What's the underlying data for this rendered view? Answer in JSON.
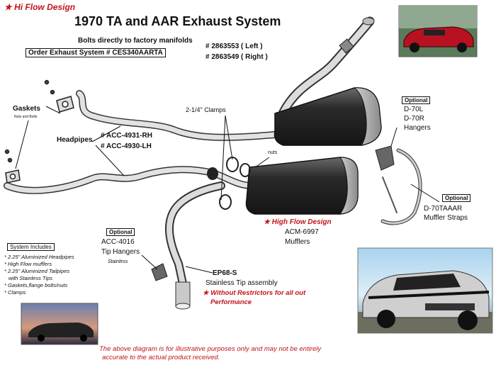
{
  "header": {
    "badge": "Hi Flow Design",
    "title": "1970 TA and AAR Exhaust System",
    "subtitle": "Bolts directly to factory manifolds",
    "order_label": "Order Exhaust System # CES340AARTA"
  },
  "manifold_parts": {
    "left": "# 2863553 ( Left )",
    "right": "# 2863549 ( Right )"
  },
  "gaskets": {
    "label": "Gaskets",
    "sub": "Nuts and Bolts"
  },
  "headpipes": {
    "label": "Headpipes",
    "rh": "# ACC-4931-RH",
    "lh": "# ACC-4930-LH"
  },
  "clamps_label": "2-1/4\" Clamps",
  "nuts_label": "nuts",
  "hangers": {
    "tag": "Optional",
    "line1": "D-70L",
    "line2": "D-70R",
    "line3": "Hangers"
  },
  "straps": {
    "tag": "Optional",
    "line1": "D-70TAAAR",
    "line2": "Muffler Straps"
  },
  "mufflers": {
    "badge": "High Flow Design",
    "part": "ACM-6997",
    "label": "Mufflers"
  },
  "tip_hangers": {
    "tag": "Optional",
    "part": "ACC-4016",
    "label": "Tip Hangers",
    "sub": "Stainless"
  },
  "tips": {
    "part": "EP68-S",
    "label": "Stainless Tip assembly",
    "note1": "Without Restrictors for all out",
    "note2": "Performance"
  },
  "system_includes": {
    "title": "System Includes",
    "items": [
      "2.25\" Aluminized Headpipes",
      "High Flow mufflers",
      "2.25\" Aluminized Tailpipes",
      "with Stainless Tips",
      "Gaskets,flange bolts/nuts",
      "Clamps"
    ]
  },
  "disclaimer": {
    "line1": "The above diagram is for illustrative purposes only and may not be entirely",
    "line2": "accurate to the actual product received."
  },
  "colors": {
    "accent_red": "#c0141a",
    "pipe_light": "#d8d8d8",
    "pipe_dark": "#3a3a3a",
    "muffler": "#2e2e2e"
  }
}
